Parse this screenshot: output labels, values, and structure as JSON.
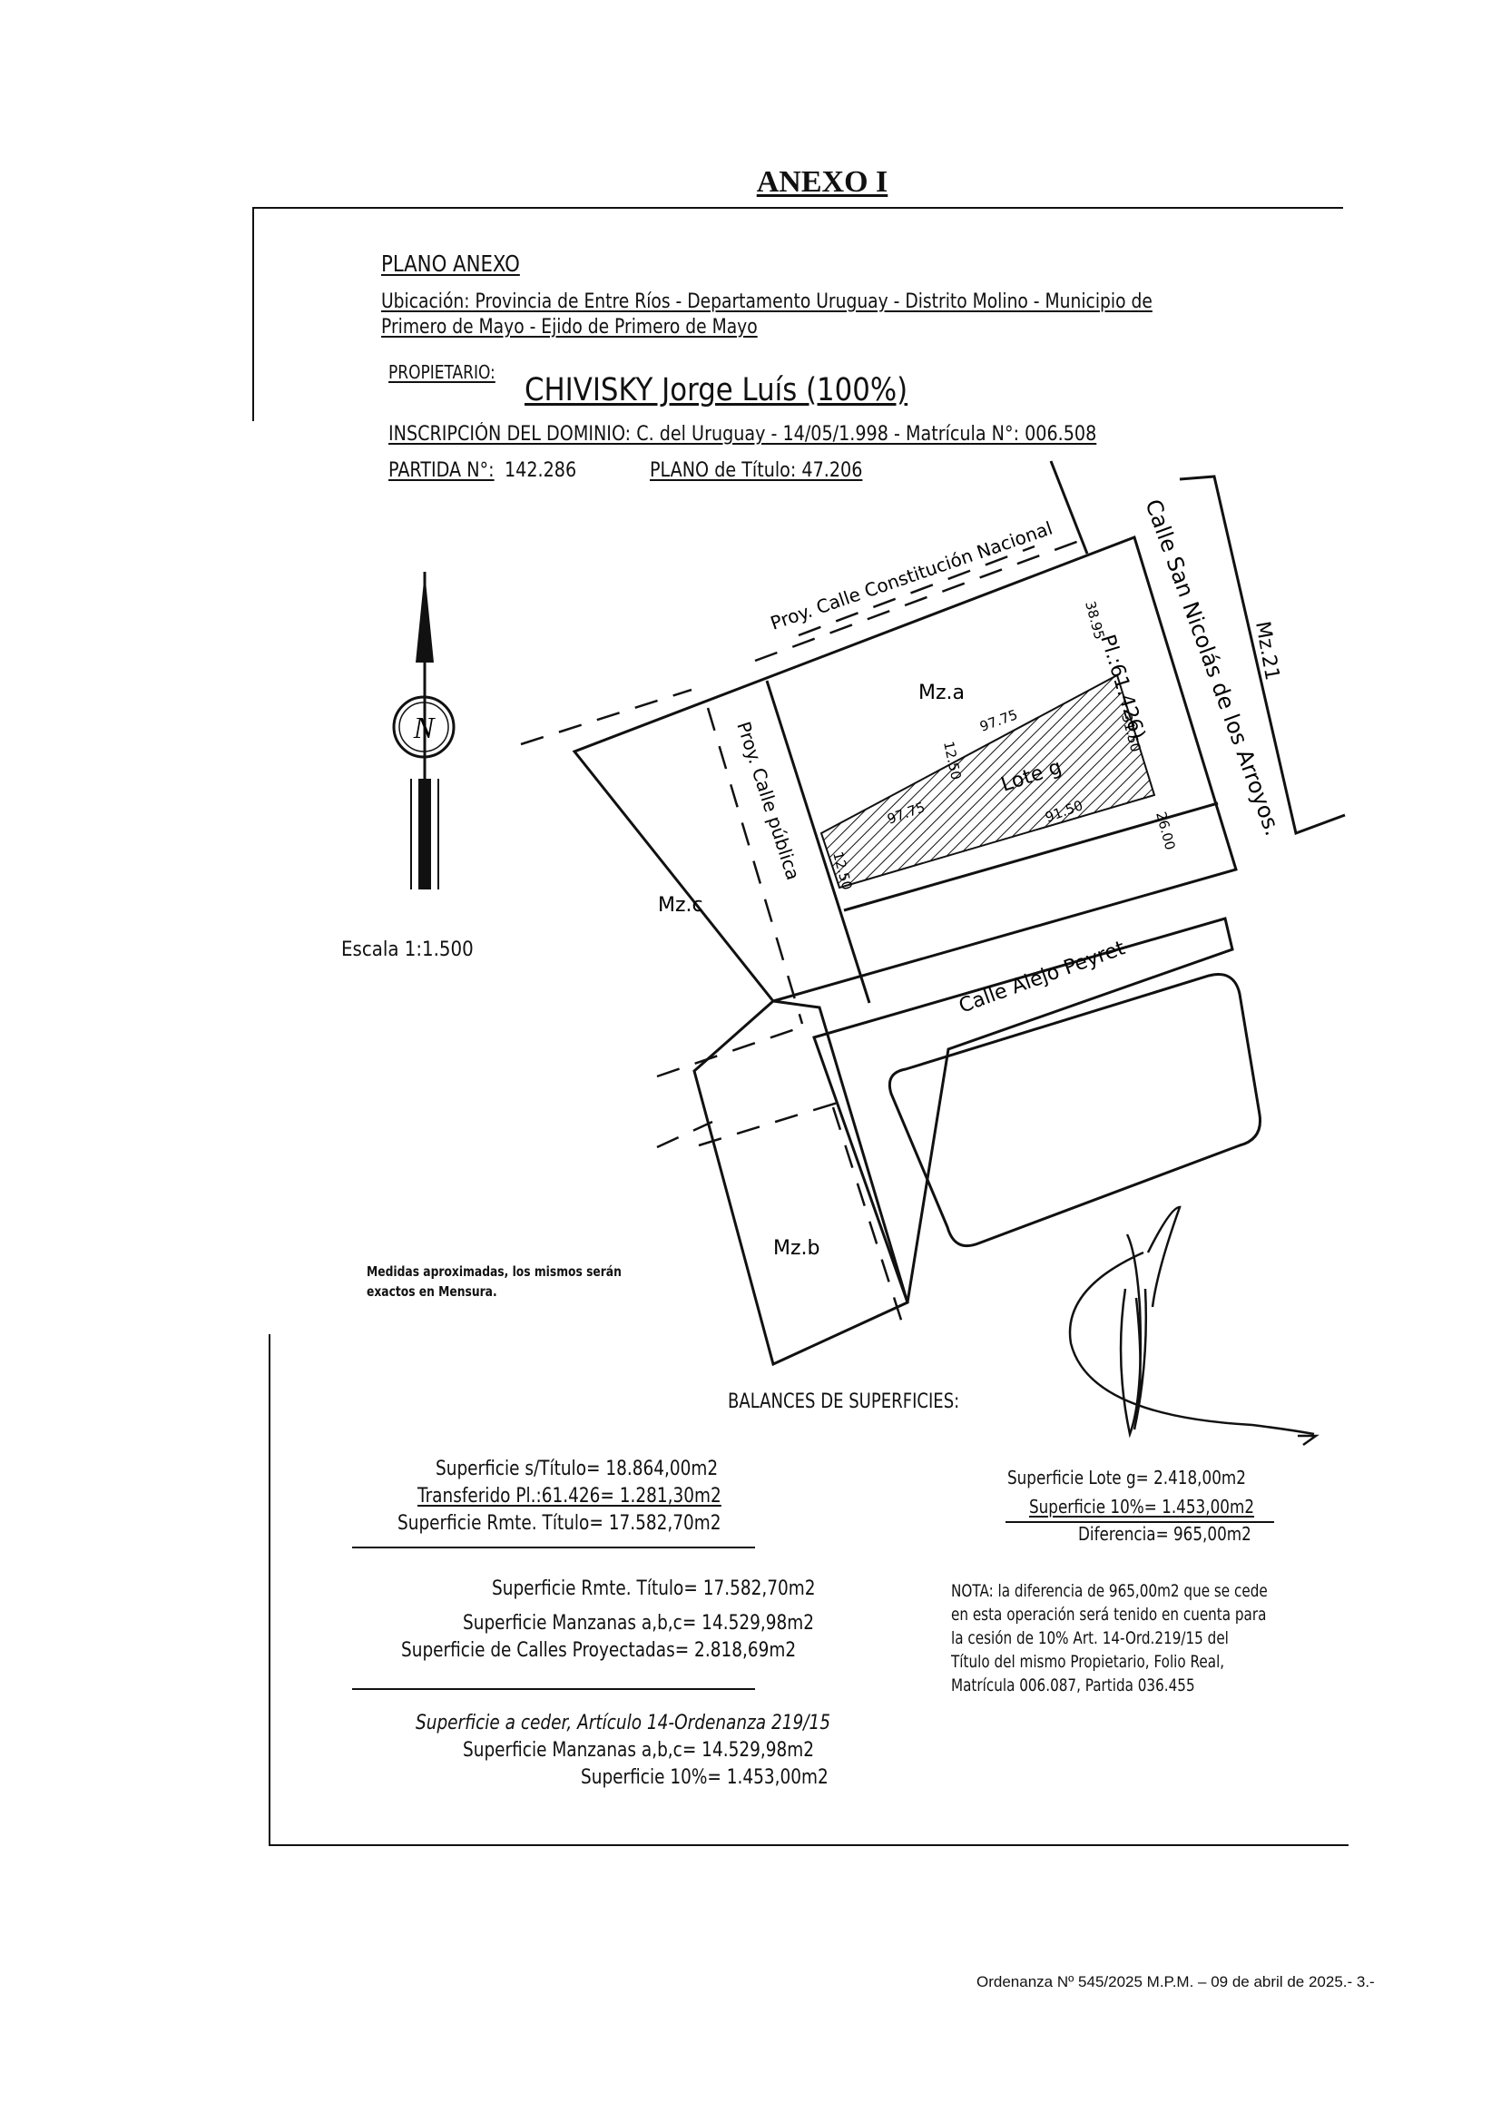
{
  "title": "ANEXO I",
  "plano_title": "PLANO ANEXO",
  "ubicacion": {
    "line1": "Ubicación: Provincia de Entre Ríos - Departamento Uruguay - Distrito Molino - Municipio de",
    "line2": "Primero de Mayo - Ejido de Primero de Mayo"
  },
  "propietario_label": "PROPIETARIO:",
  "propietario_name": "CHIVISKY Jorge Luís (100%)",
  "inscripcion": "INSCRIPCIÓN DEL DOMINIO:  C. del Uruguay - 14/05/1.998 - Matrícula N°: 006.508",
  "partida_label": "PARTIDA N°:",
  "partida_value": "142.286",
  "plano_titulo": "PLANO de Título: 47.206",
  "north_letter": "N",
  "escala": "Escala 1:1.500",
  "streets": {
    "constitucion": "Proy. Calle Constitución Nacional",
    "san_nicolas": "Calle San Nicolás de los Arroyos.",
    "publica": "Proy. Calle pública",
    "alejo": "Calle Alejo Peyret",
    "plano_ref": "Pl.:61.426)"
  },
  "blocks": {
    "mza": "Mz.a",
    "mzb": "Mz.b",
    "mzc": "Mz.c",
    "mz21": "Mz.21",
    "lote": "Lote g"
  },
  "dims": {
    "d3895": "38.95",
    "d2600": "26.00",
    "d1250": "12.50",
    "d9775a": "97.75",
    "d9775b": "97.75",
    "d9150": "91.50",
    "d3150": "31.50",
    "d1250b": "12.50"
  },
  "note_medidas": {
    "line1": "Medidas aproximadas, los mismos serán",
    "line2": "exactos en Mensura."
  },
  "balances_title": "BALANCES DE SUPERFICIES:",
  "balance_left": [
    "Superficie s/Título= 18.864,00m2",
    "Transferido Pl.:61.426= 1.281,30m2",
    "Superficie Rmte. Título= 17.582,70m2"
  ],
  "balance_right": [
    "Superficie Lote g= 2.418,00m2",
    "Superficie 10%= 1.453,00m2",
    "Diferencia= 965,00m2"
  ],
  "balance_mid": [
    "Superficie Rmte. Título= 17.582,70m2",
    "Superficie Manzanas a,b,c= 14.529,98m2",
    "Superficie de Calles Proyectadas= 2.818,69m2"
  ],
  "nota": [
    "NOTA: la diferencia de 965,00m2 que se cede",
    "en esta operación será tenido en cuenta para",
    "la cesión de 10% Art. 14-Ord.219/15 del",
    "Título del mismo Propietario, Folio Real,",
    "Matrícula 006.087, Partida 036.455"
  ],
  "ceder": {
    "title": "Superficie a ceder, Artículo 14-Ordenanza 219/15",
    "line1": "Superficie Manzanas a,b,c= 14.529,98m2",
    "line2": "Superficie 10%= 1.453,00m2"
  },
  "footer": "Ordenanza Nº 545/2025 M.P.M. – 09 de abril de 2025.- 3.-"
}
